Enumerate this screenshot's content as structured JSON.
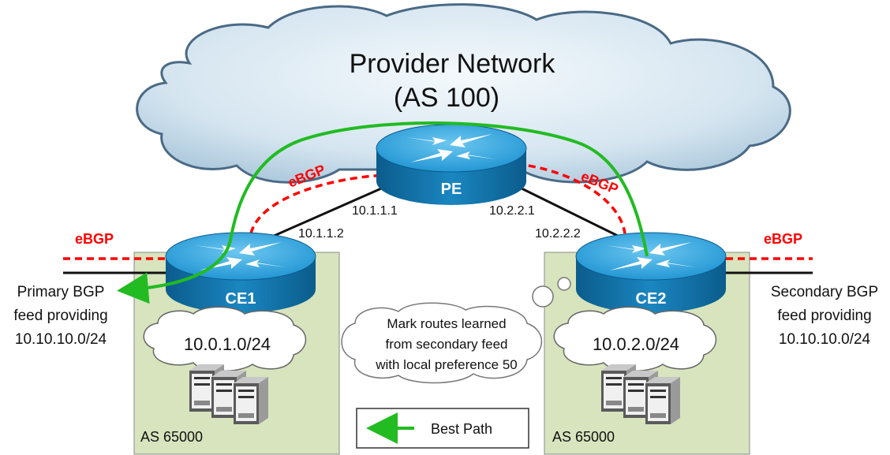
{
  "cloud": {
    "title": "Provider Network",
    "subtitle": "(AS 100)"
  },
  "routers": {
    "pe": "PE",
    "ce1": "CE1",
    "ce2": "CE2"
  },
  "links": {
    "pe_left_ip": "10.1.1.1",
    "ce1_ip": "10.1.1.2",
    "pe_right_ip": "10.2.2.1",
    "ce2_ip": "10.2.2.2"
  },
  "sessions": {
    "pe_ce1": "eBGP",
    "pe_ce2": "eBGP",
    "ce1_ext": "eBGP",
    "ce2_ext": "eBGP"
  },
  "sites": {
    "left": {
      "as": "AS 65000",
      "subnet": "10.0.1.0/24"
    },
    "right": {
      "as": "AS 65000",
      "subnet": "10.0.2.0/24"
    }
  },
  "feeds": {
    "primary": [
      "Primary BGP",
      "feed providing",
      "10.10.10.0/24"
    ],
    "secondary": [
      "Secondary BGP",
      "feed providing",
      "10.10.10.0/24"
    ]
  },
  "note": [
    "Mark routes learned",
    "from secondary feed",
    "with local preference 50"
  ],
  "legend": {
    "label": "Best Path"
  },
  "colors": {
    "ebgp": "#ff0000",
    "best_path": "#22bb22",
    "site_fill": "#d7e4bd",
    "router_top": "#3aa9e0",
    "router_side": "#0e6fa6",
    "cloud_fill": "#c6dbe9"
  }
}
